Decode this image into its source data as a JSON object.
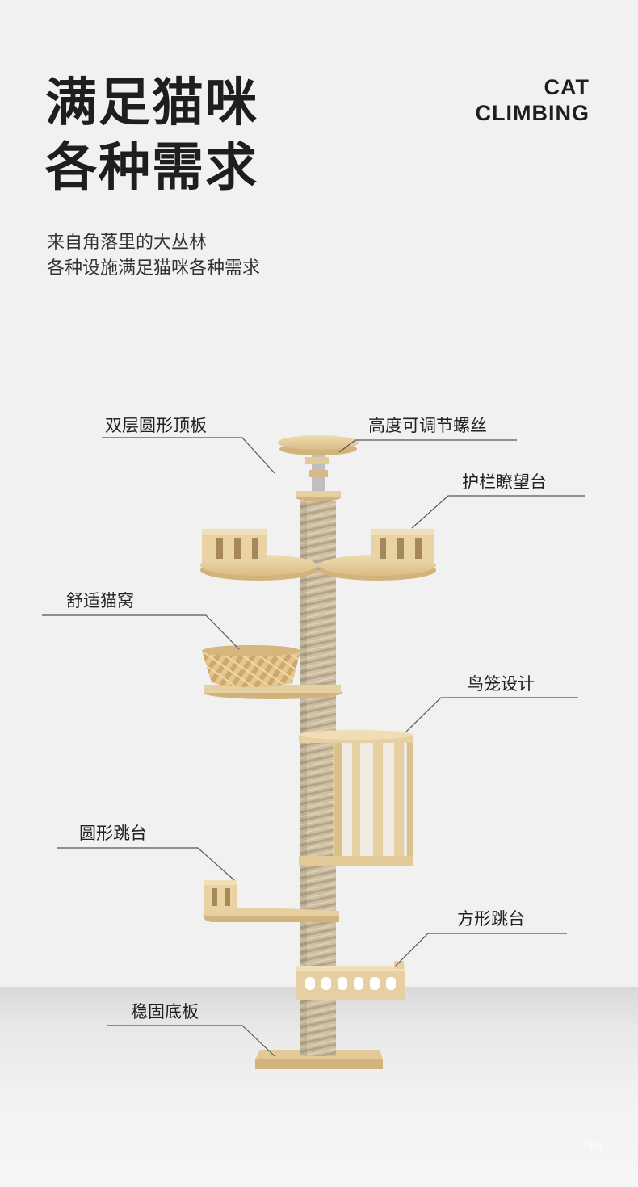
{
  "headline": {
    "line1": "满足猫咪",
    "line2": "各种需求"
  },
  "brand": {
    "line1": "CAT",
    "line2": "CLIMBING"
  },
  "subtitle": {
    "line1": "来自角落里的大丛林",
    "line2": "各种设施满足猫咪各种需求"
  },
  "features": {
    "top_board": "双层圆形顶板",
    "adjust_screw": "高度可调节螺丝",
    "lookout": "护栏瞭望台",
    "nest": "舒适猫窝",
    "birdcage": "鸟笼设计",
    "round_platform": "圆形跳台",
    "square_platform": "方形跳台",
    "base": "稳固底板"
  },
  "watermark": "利物",
  "colors": {
    "wood": "#e6cfa0",
    "wood_dark": "#c9a771",
    "rope": "#c9bba1",
    "accent_text": "#1e1e1e"
  }
}
